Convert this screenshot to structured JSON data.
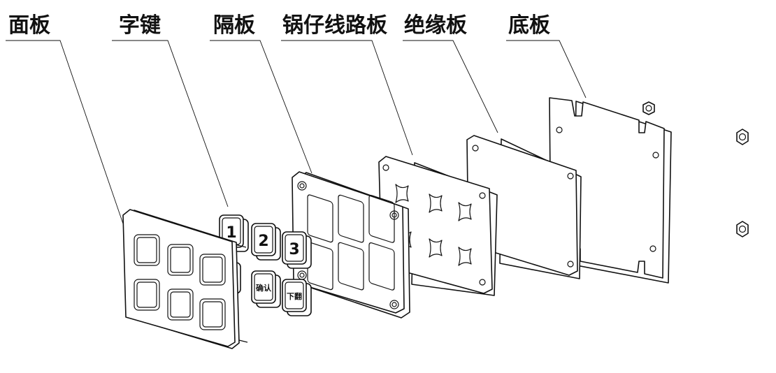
{
  "callouts": {
    "panel": "面板",
    "keycaps": "字键",
    "spacer": "隔板",
    "pcb": "锅仔线路板",
    "insulator": "绝缘板",
    "base": "底板"
  },
  "keys": {
    "k1": "1",
    "k2": "2",
    "k3": "3",
    "k4": "确认",
    "k5": "下翻"
  }
}
